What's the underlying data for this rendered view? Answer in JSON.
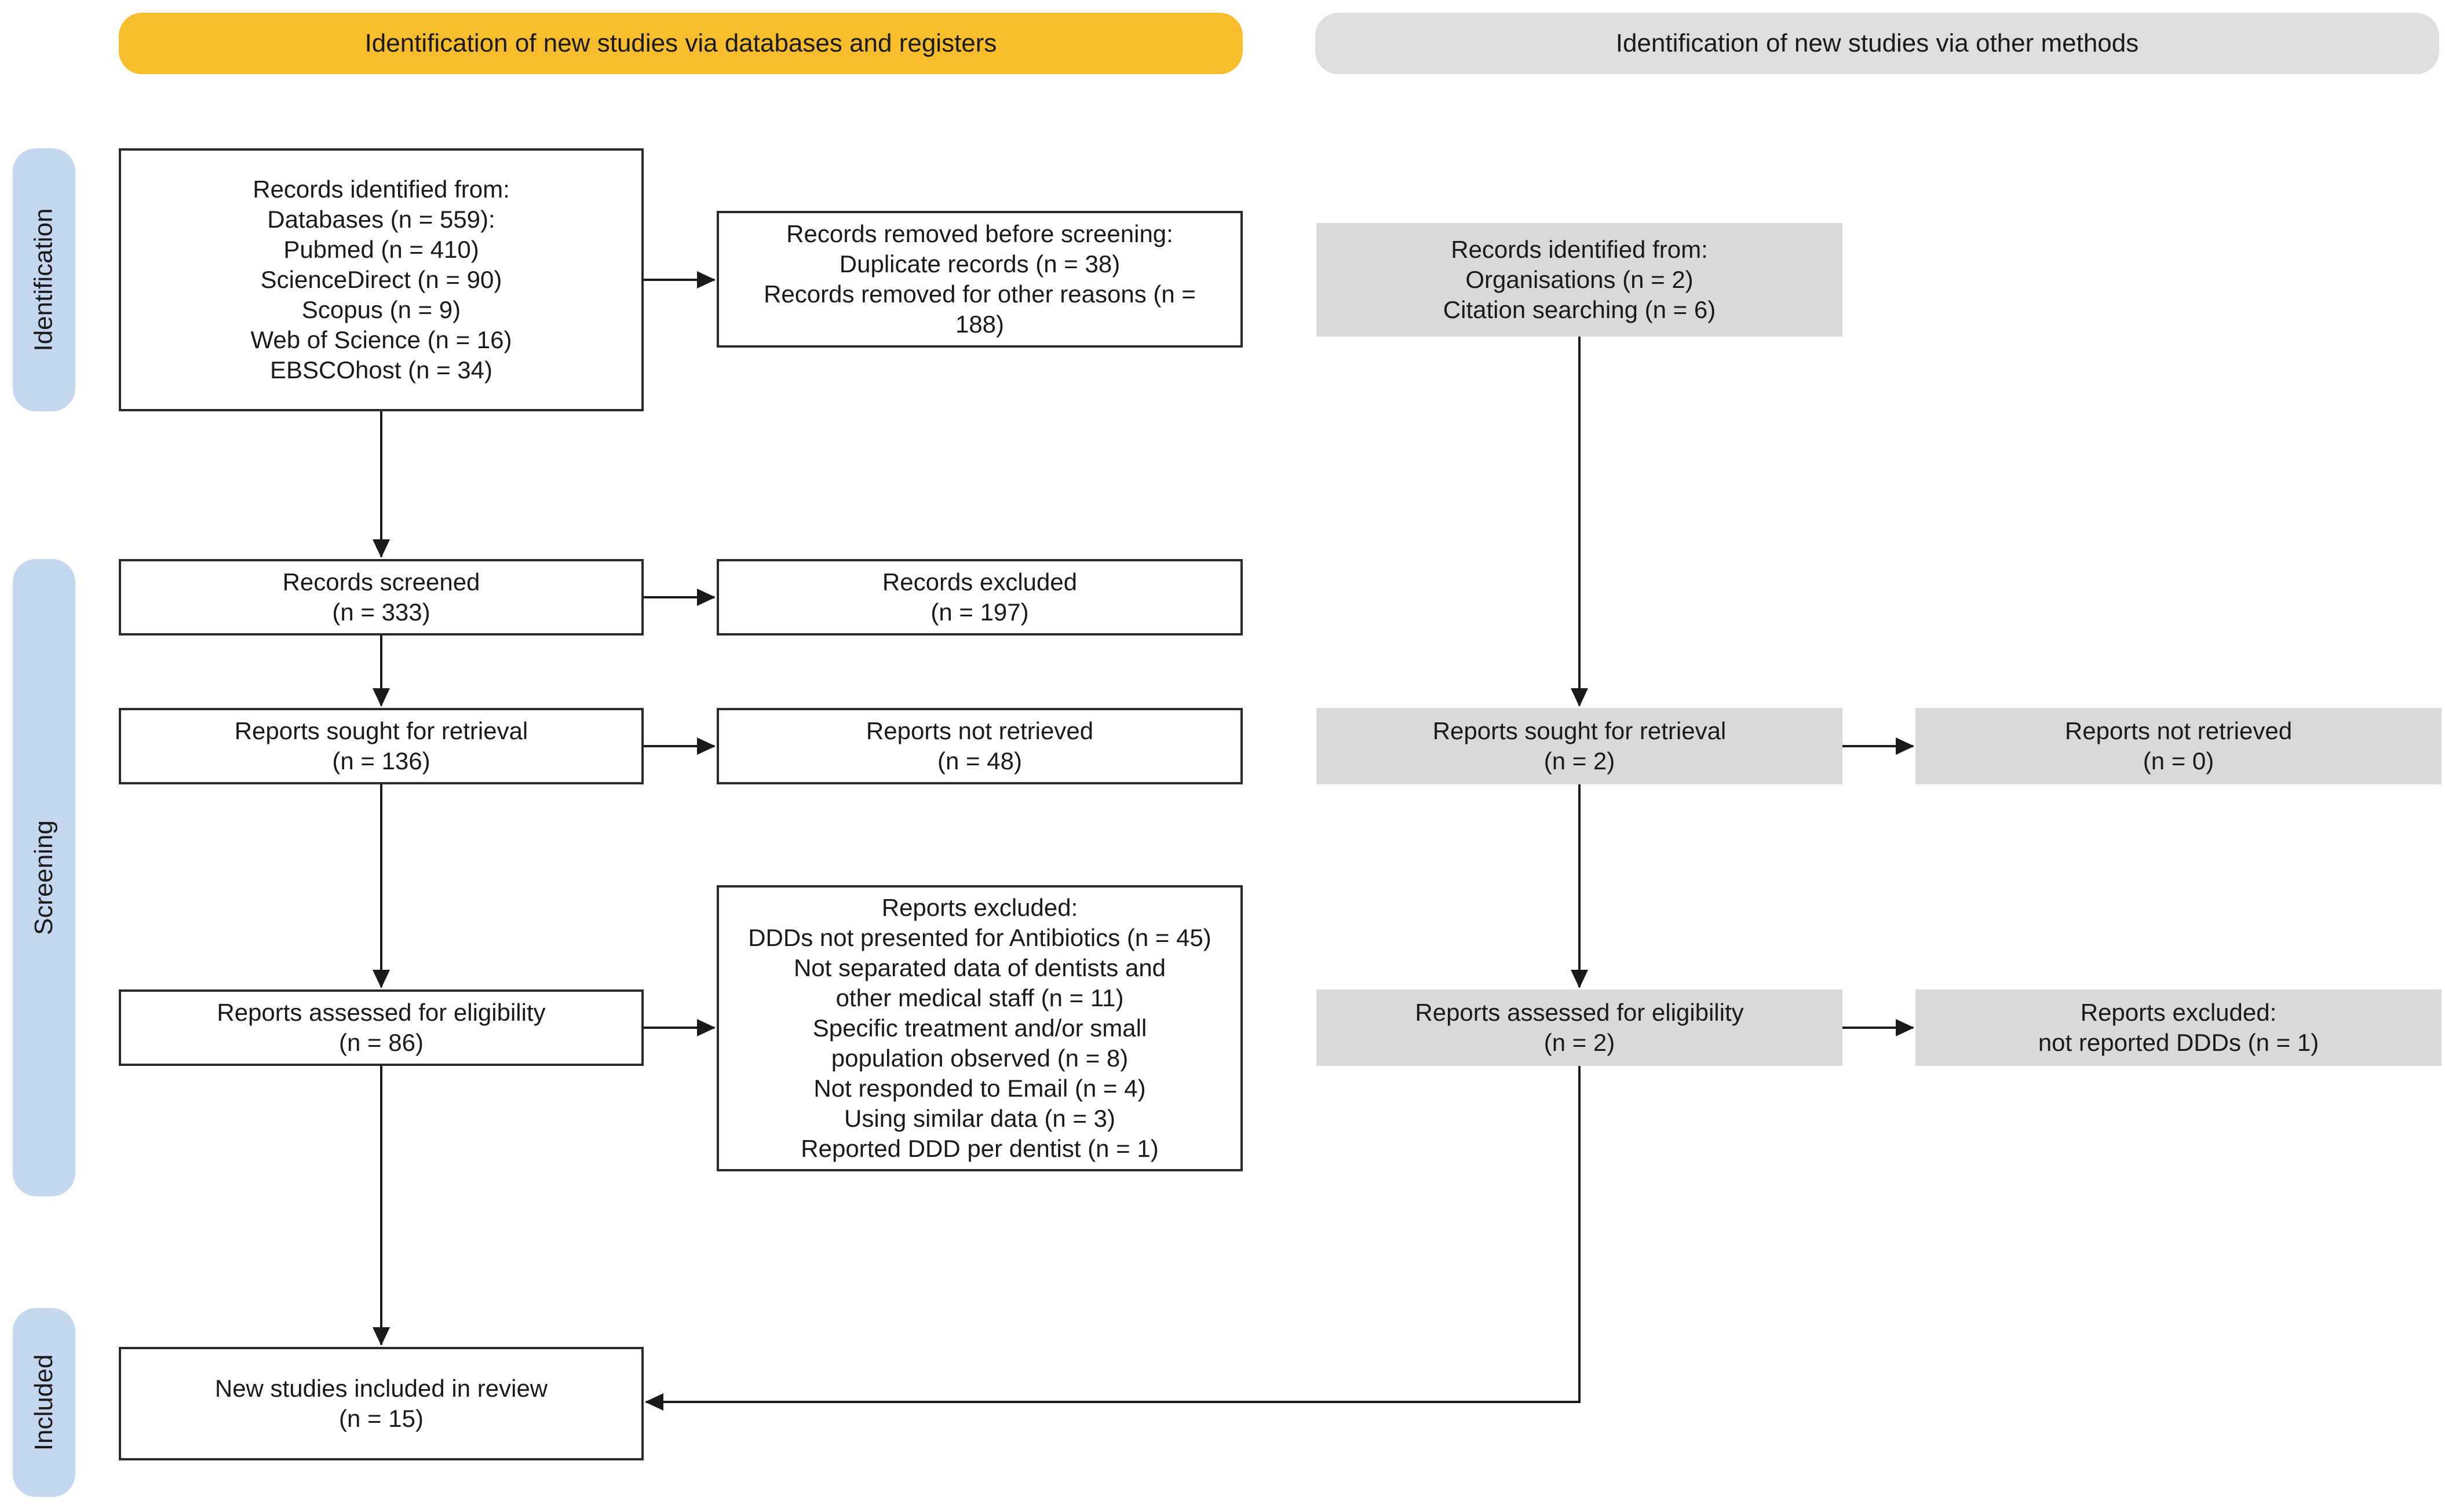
{
  "headers": {
    "databases": "Identification of new studies via databases and registers",
    "other": "Identification of new studies via other methods"
  },
  "stages": {
    "identification": "Identification",
    "screening": "Screening",
    "included": "Included"
  },
  "left": {
    "records_identified": [
      "Records identified from:",
      "Databases (n = 559):",
      "Pubmed (n = 410)",
      "ScienceDirect (n = 90)",
      "Scopus (n = 9)",
      "Web of Science (n = 16)",
      "EBSCOhost (n = 34)"
    ],
    "records_removed": [
      "Records removed before screening:",
      "Duplicate records (n = 38)",
      "Records removed for other reasons (n =",
      "188)"
    ],
    "records_screened": [
      "Records screened",
      "(n = 333)"
    ],
    "records_excluded": [
      "Records excluded",
      "(n = 197)"
    ],
    "reports_sought": [
      "Reports sought for retrieval",
      "(n = 136)"
    ],
    "reports_not_retrieved": [
      "Reports not retrieved",
      "(n = 48)"
    ],
    "reports_assessed": [
      "Reports assessed for eligibility",
      "(n = 86)"
    ],
    "reports_excluded": [
      "Reports excluded:",
      "DDDs not presented for Antibiotics (n = 45)",
      "Not separated data of dentists and",
      "other medical staff (n = 11)",
      "Specific treatment and/or small",
      "population observed (n = 8)",
      "Not responded to Email (n = 4)",
      "Using similar data (n = 3)",
      "Reported DDD per dentist (n = 1)"
    ],
    "included": [
      "New studies included in review",
      "(n = 15)"
    ]
  },
  "right": {
    "records_identified": [
      "Records identified from:",
      "Organisations (n = 2)",
      "Citation searching (n = 6)"
    ],
    "reports_sought": [
      "Reports sought for retrieval",
      "(n = 2)"
    ],
    "reports_not_retrieved": [
      "Reports not retrieved",
      "(n = 0)"
    ],
    "reports_assessed": [
      "Reports assessed for eligibility",
      "(n = 2)"
    ],
    "reports_excluded": [
      "Reports excluded:",
      "not reported DDDs (n = 1)"
    ]
  },
  "colors": {
    "header_left": "#f7bd2c",
    "header_right": "#dedede",
    "stage": "#c5d7ef",
    "grey_box": "#d9d9d9",
    "line": "#1a1a1a"
  }
}
